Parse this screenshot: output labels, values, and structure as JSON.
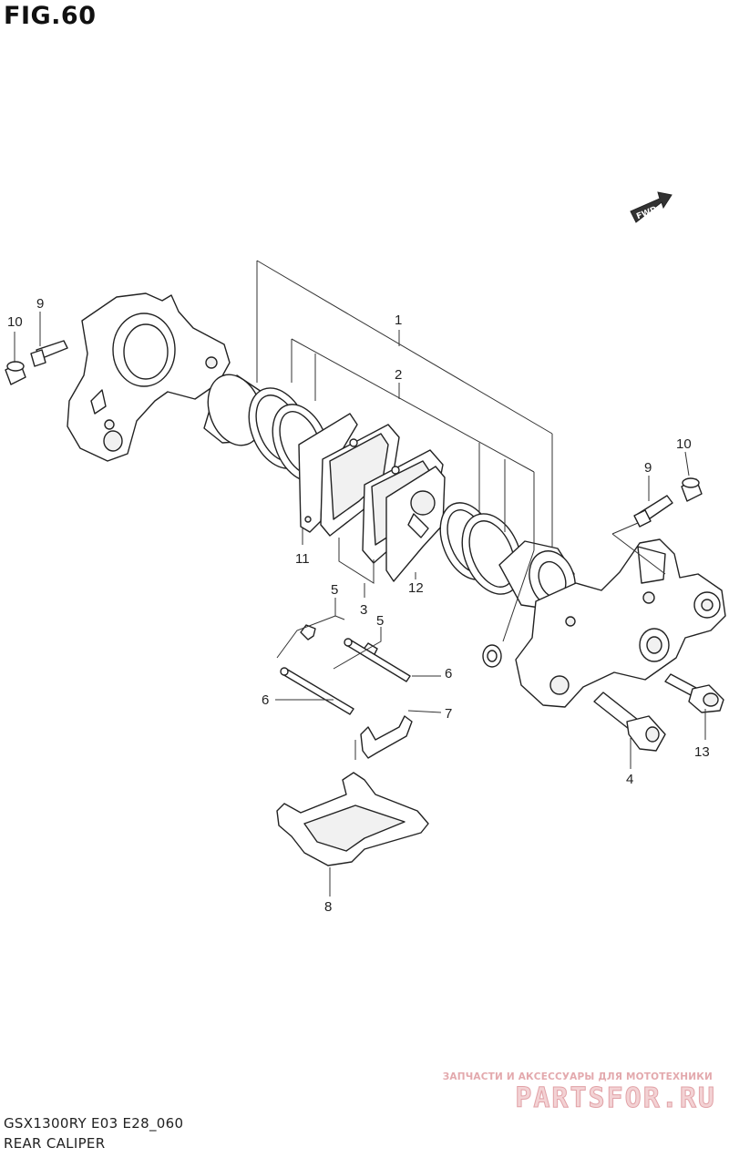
{
  "header": {
    "figure_label": "FIG.60"
  },
  "direction_marker": {
    "label": "FWD"
  },
  "callouts": [
    {
      "id": "c-10-left",
      "text": "10"
    },
    {
      "id": "c-9-left",
      "text": "9"
    },
    {
      "id": "c-1",
      "text": "1"
    },
    {
      "id": "c-2",
      "text": "2"
    },
    {
      "id": "c-11",
      "text": "11"
    },
    {
      "id": "c-3",
      "text": "3"
    },
    {
      "id": "c-12",
      "text": "12"
    },
    {
      "id": "c-10-right",
      "text": "10"
    },
    {
      "id": "c-9-right",
      "text": "9"
    },
    {
      "id": "c-5-a",
      "text": "5"
    },
    {
      "id": "c-5-b",
      "text": "5"
    },
    {
      "id": "c-6-a",
      "text": "6"
    },
    {
      "id": "c-6-b",
      "text": "6"
    },
    {
      "id": "c-7",
      "text": "7"
    },
    {
      "id": "c-13",
      "text": "13"
    },
    {
      "id": "c-4",
      "text": "4"
    },
    {
      "id": "c-8",
      "text": "8"
    }
  ],
  "footer": {
    "model_code": "GSX1300RY E03 E28_060",
    "section_title": "REAR CALIPER"
  },
  "watermark": {
    "tagline": "ЗАПЧАСТИ И АКСЕССУАРЫ ДЛЯ МОТОТЕХНИКИ",
    "brand": "PARTSFOR.RU",
    "brand_color": "#e1a2a7"
  }
}
